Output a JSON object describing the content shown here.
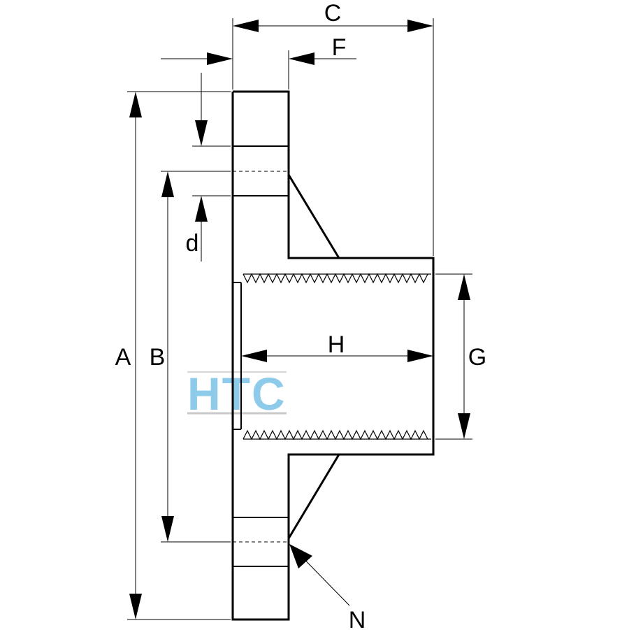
{
  "labels": {
    "A": "A",
    "B": "B",
    "C": "C",
    "d": "d",
    "F": "F",
    "G": "G",
    "H": "H",
    "N": "N"
  },
  "watermark": {
    "text": "HTC",
    "color": "#8ecbea"
  },
  "colors": {
    "line": "#000000",
    "background": "#ffffff"
  }
}
